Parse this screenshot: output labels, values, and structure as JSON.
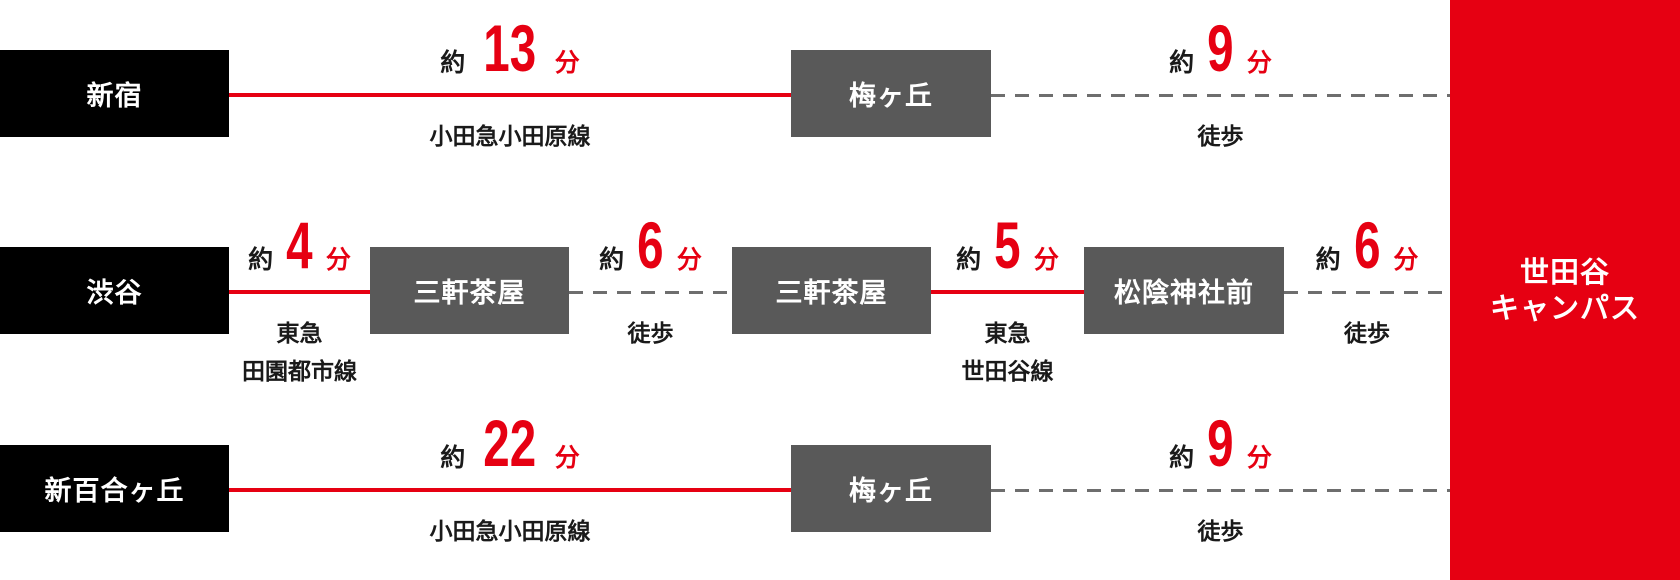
{
  "destination": {
    "line1": "世田谷",
    "line2": "キャンパス"
  },
  "routes": [
    {
      "origin": "新宿",
      "transfer": "梅ヶ丘",
      "segments": [
        {
          "prefix": "約",
          "minutes": "13",
          "suffix": "分",
          "label": "小田急小田原線"
        },
        {
          "prefix": "約",
          "minutes": "9",
          "suffix": "分",
          "label": "徒歩"
        }
      ]
    },
    {
      "origin": "渋谷",
      "stops": [
        "三軒茶屋",
        "三軒茶屋",
        "松陰神社前"
      ],
      "segments": [
        {
          "prefix": "約",
          "minutes": "4",
          "suffix": "分",
          "label_line1": "東急",
          "label_line2": "田園都市線"
        },
        {
          "prefix": "約",
          "minutes": "6",
          "suffix": "分",
          "label": "徒歩"
        },
        {
          "prefix": "約",
          "minutes": "5",
          "suffix": "分",
          "label_line1": "東急",
          "label_line2": "世田谷線"
        },
        {
          "prefix": "約",
          "minutes": "6",
          "suffix": "分",
          "label": "徒歩"
        }
      ]
    },
    {
      "origin": "新百合ヶ丘",
      "transfer": "梅ヶ丘",
      "segments": [
        {
          "prefix": "約",
          "minutes": "22",
          "suffix": "分",
          "label": "小田急小田原線"
        },
        {
          "prefix": "約",
          "minutes": "9",
          "suffix": "分",
          "label": "徒歩"
        }
      ]
    }
  ],
  "colors": {
    "accent": "#e60012",
    "origin_box": "#000000",
    "transfer_box": "#595959",
    "walk_line": "#6e6e6e"
  }
}
